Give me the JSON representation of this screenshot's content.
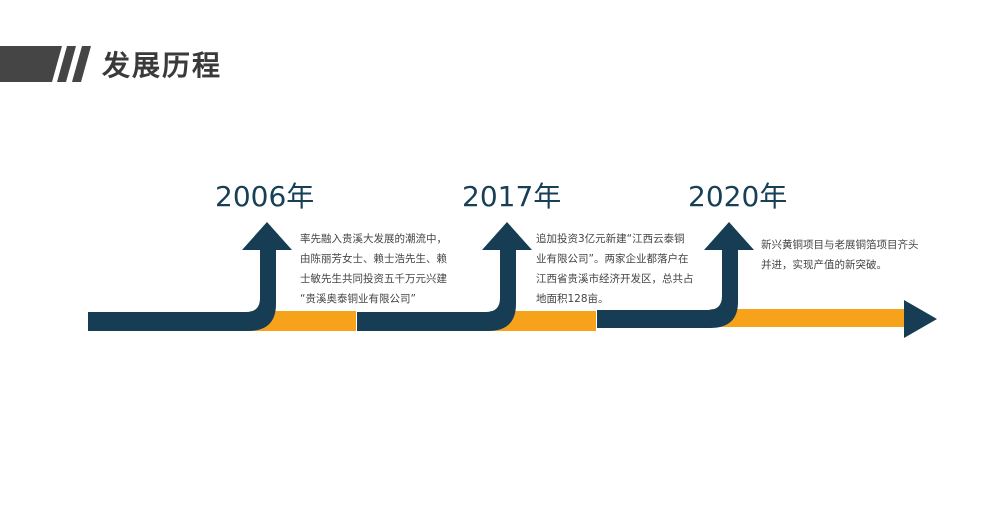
{
  "header": {
    "title": "发展历程"
  },
  "colors": {
    "navy": "#163d53",
    "orange": "#f7a21b",
    "title_bar": "#454545"
  },
  "milestones": [
    {
      "year": "2006年",
      "lines": [
        "率先融入贵溪大发展的潮流中，",
        "由陈丽芳女士、赖士浩先生、赖",
        "士敏先生共同投资五千万元兴建",
        "“贵溪奥泰铜业有限公司”"
      ]
    },
    {
      "year": "2017年",
      "lines": [
        "追加投资3亿元新建“江西云泰铜",
        "业有限公司”。两家企业都落户在",
        "江西省贵溪市经济开发区，总共占",
        "地面积128亩。"
      ]
    },
    {
      "year": "2020年",
      "lines": [
        "新兴黄铜项目与老展铜箔项目齐头",
        "并进，实现产值的新突破。"
      ]
    }
  ]
}
